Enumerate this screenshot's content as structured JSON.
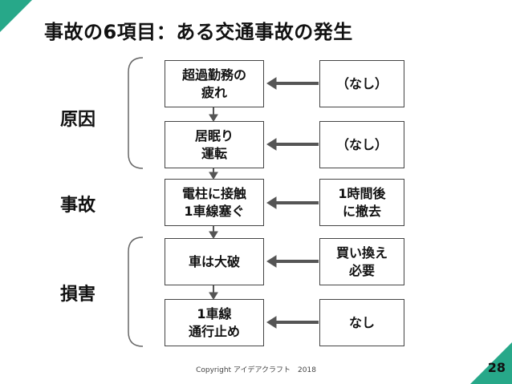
{
  "title": "事故の6項目：ある交通事故の発生",
  "labels": {
    "cause": "原因",
    "accident": "事故",
    "damage": "損害"
  },
  "left_boxes": [
    "超過勤務の\n疲れ",
    "居眠り\n運転",
    "電柱に接触\n1車線塞ぐ",
    "車は大破",
    "1車線\n通行止め"
  ],
  "right_boxes": [
    "（なし）",
    "（なし）",
    "1時間後\nに撤去",
    "買い換え\n必要",
    "なし"
  ],
  "footer": "Copyright アイデアクラフト　2018",
  "page_number": "28",
  "colors": {
    "accent": "#27a889",
    "border": "#444444",
    "arrow": "#555555"
  }
}
